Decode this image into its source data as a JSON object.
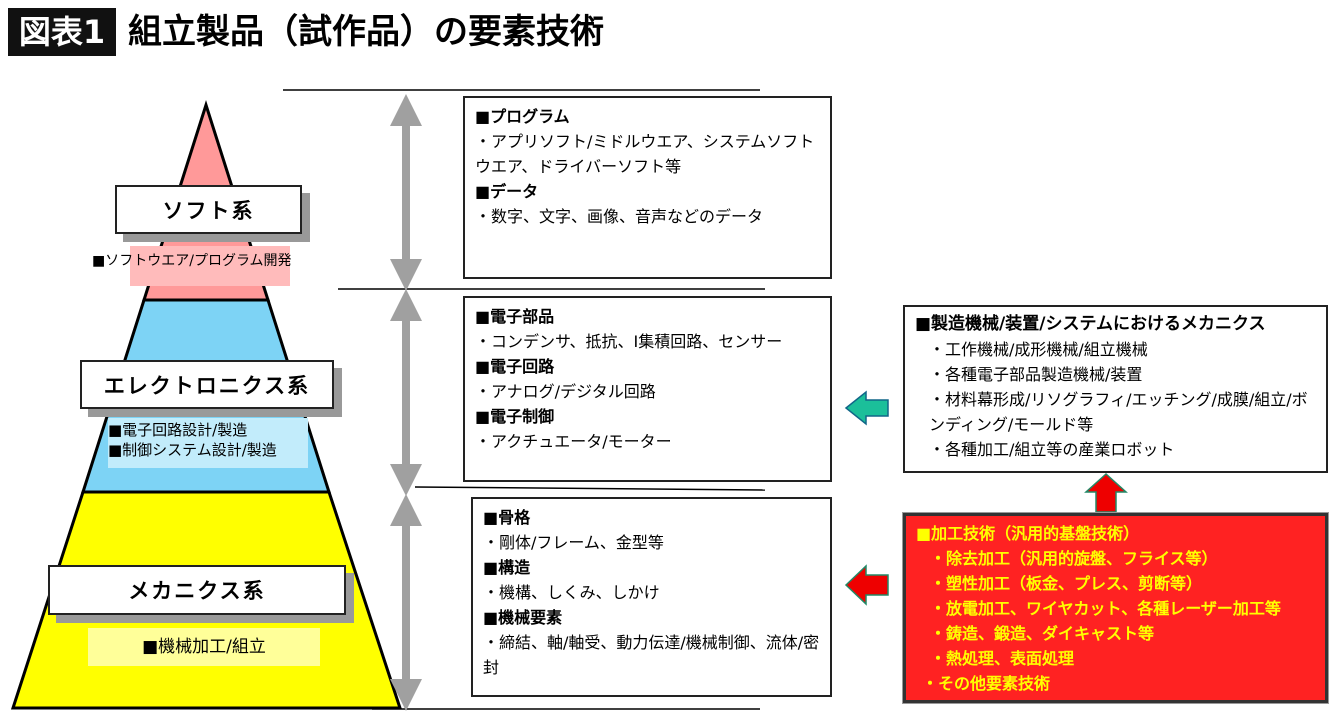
{
  "header": {
    "badge": "図表1",
    "title": "組立製品（試作品）の要素技術"
  },
  "pyramid": {
    "soft": {
      "label": "ソフト系",
      "items": [
        "■ソフトウエア/プログラム開発"
      ],
      "color": "#f99"
    },
    "electronics": {
      "label": "エレクトロニクス系",
      "items": [
        "■電子回路設計/製造",
        "■制御システム設計/製造"
      ],
      "color": "#7dd3f5"
    },
    "mechanics": {
      "label": "メカニクス系",
      "items": [
        "■機械加工/組立"
      ],
      "color": "#ff0"
    }
  },
  "details": {
    "soft": [
      {
        "h": "■プログラム",
        "t": "・アプリソフト/ミドルウエア、システムソフトウエア、ドライバーソフト等"
      },
      {
        "h": "■データ",
        "t": "・数字、文字、画像、音声などのデータ"
      }
    ],
    "electronics": [
      {
        "h": "■電子部品",
        "t": "・コンデンサ、抵抗、I集積回路、センサー"
      },
      {
        "h": "■電子回路",
        "t": "・アナログ/デジタル回路"
      },
      {
        "h": "■電子制御",
        "t": "・アクチュエータ/モーター"
      }
    ],
    "mechanics": [
      {
        "h": "■骨格",
        "t": "・剛体/フレーム、金型等"
      },
      {
        "h": "■構造",
        "t": "・機構、しくみ、しかけ"
      },
      {
        "h": "■機械要素",
        "t": "・締結、軸/軸受、動力伝達/機械制御、流体/密封"
      }
    ]
  },
  "machinery": {
    "title": "■製造機械/装置/システムにおけるメカニクス",
    "items": [
      "・工作機械/成形機械/組立機械",
      "・各種電子部品製造機械/装置",
      "・材料幕形成/リソグラフィ/エッチング/成膜/組立/ボンディング/モールド等",
      "・各種加工/組立等の産業ロボット"
    ]
  },
  "processing": {
    "title": "■加工技術（汎用的基盤技術）",
    "items": [
      "・除去加工（汎用的旋盤、フライス等）",
      "・塑性加工（板金、プレス、剪断等）",
      "・放電加工、ワイヤカット、各種レーザー加工等",
      "・鋳造、鍛造、ダイキャスト等",
      "・熱処理、表面処理"
    ],
    "last": "・その他要素技術"
  }
}
